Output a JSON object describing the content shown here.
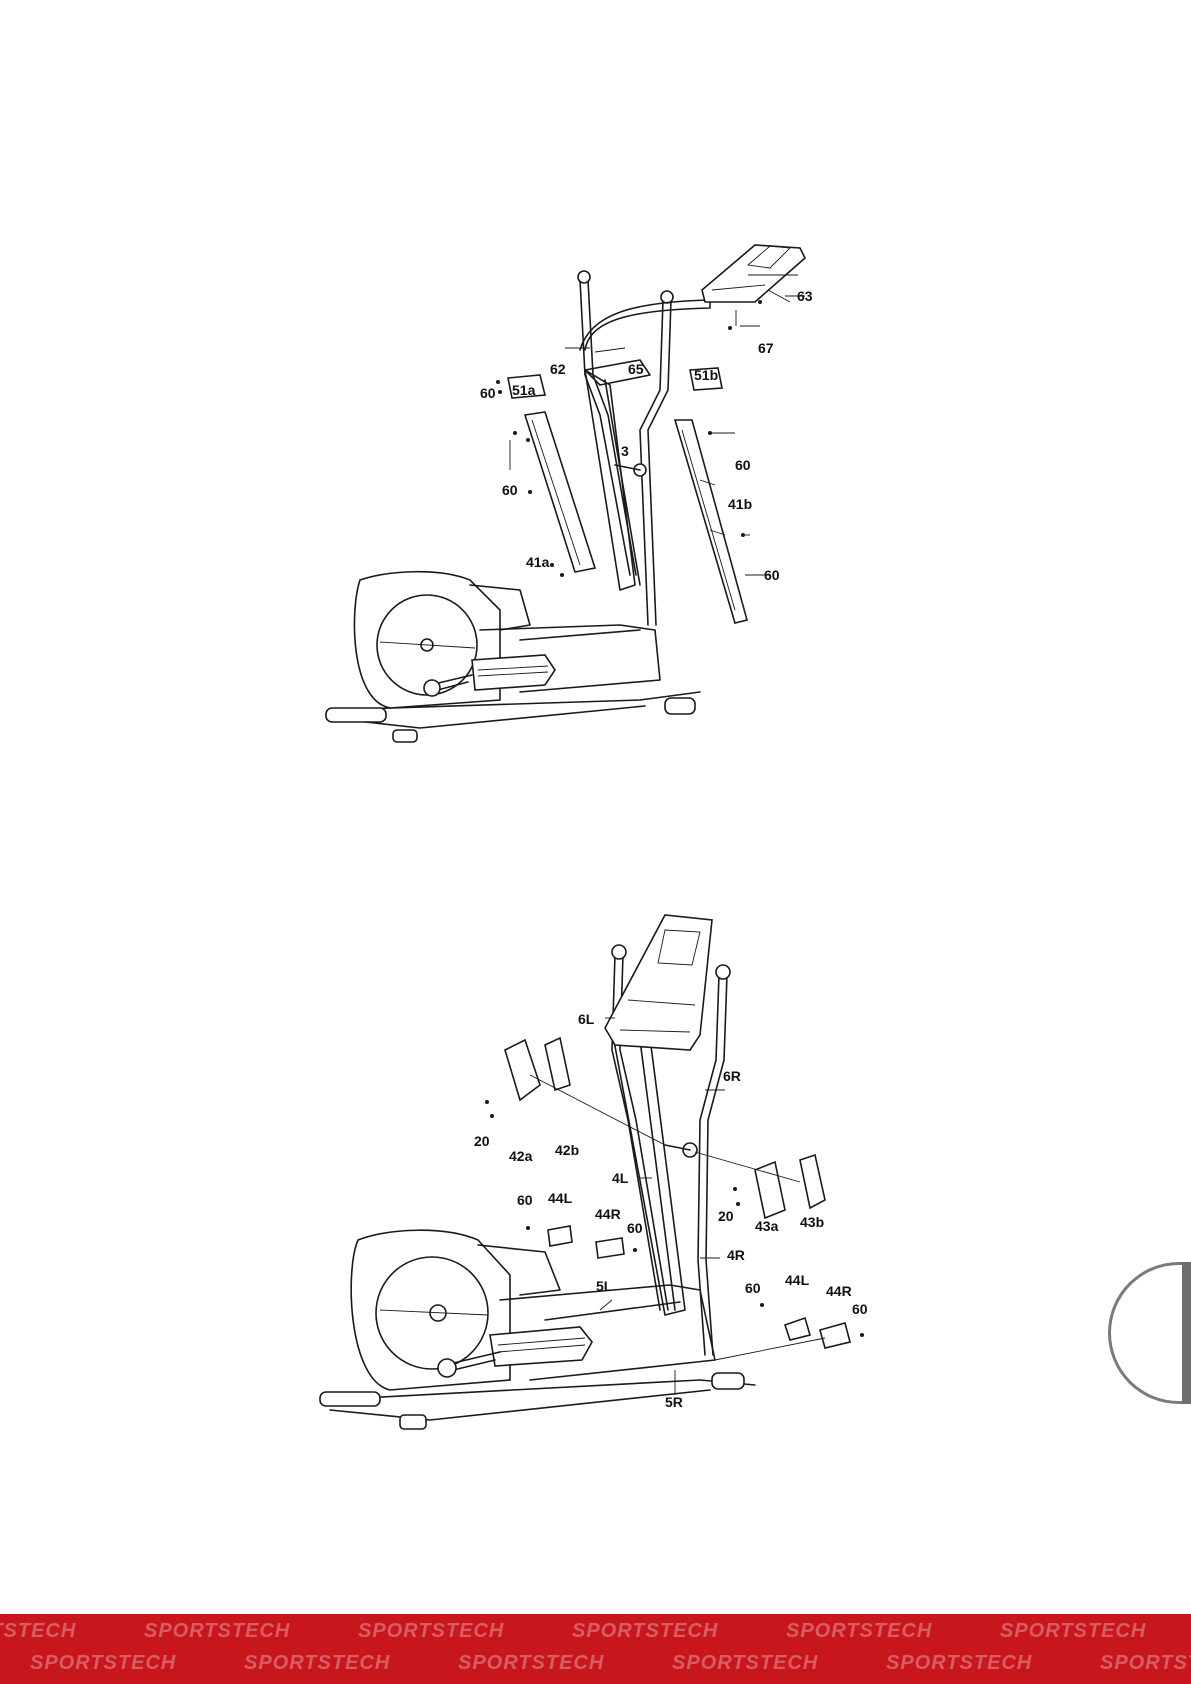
{
  "diagrams": {
    "top": {
      "labels": {
        "l63": "63",
        "l67": "67",
        "l62": "62",
        "l65": "65",
        "l51a": "51a",
        "l51b": "51b",
        "l60a": "60",
        "l3": "3",
        "l60b": "60",
        "l60c": "60",
        "l41b": "41b",
        "l41a": "41a",
        "l60d": "60"
      }
    },
    "bottom": {
      "labels": {
        "l6L": "6L",
        "l6R": "6R",
        "l20a": "20",
        "l42a": "42a",
        "l42b": "42b",
        "l4L": "4L",
        "l60a": "60",
        "l44L": "44L",
        "l44R": "44R",
        "l60b": "60",
        "l20b": "20",
        "l43a": "43a",
        "l43b": "43b",
        "l4R": "4R",
        "l5L": "5L",
        "l60c": "60",
        "l44L2": "44L",
        "l44R2": "44R",
        "l60d": "60",
        "l5R": "5R"
      }
    }
  },
  "footer": {
    "brand": "SPORTSTECH",
    "color": "#c8161d"
  }
}
